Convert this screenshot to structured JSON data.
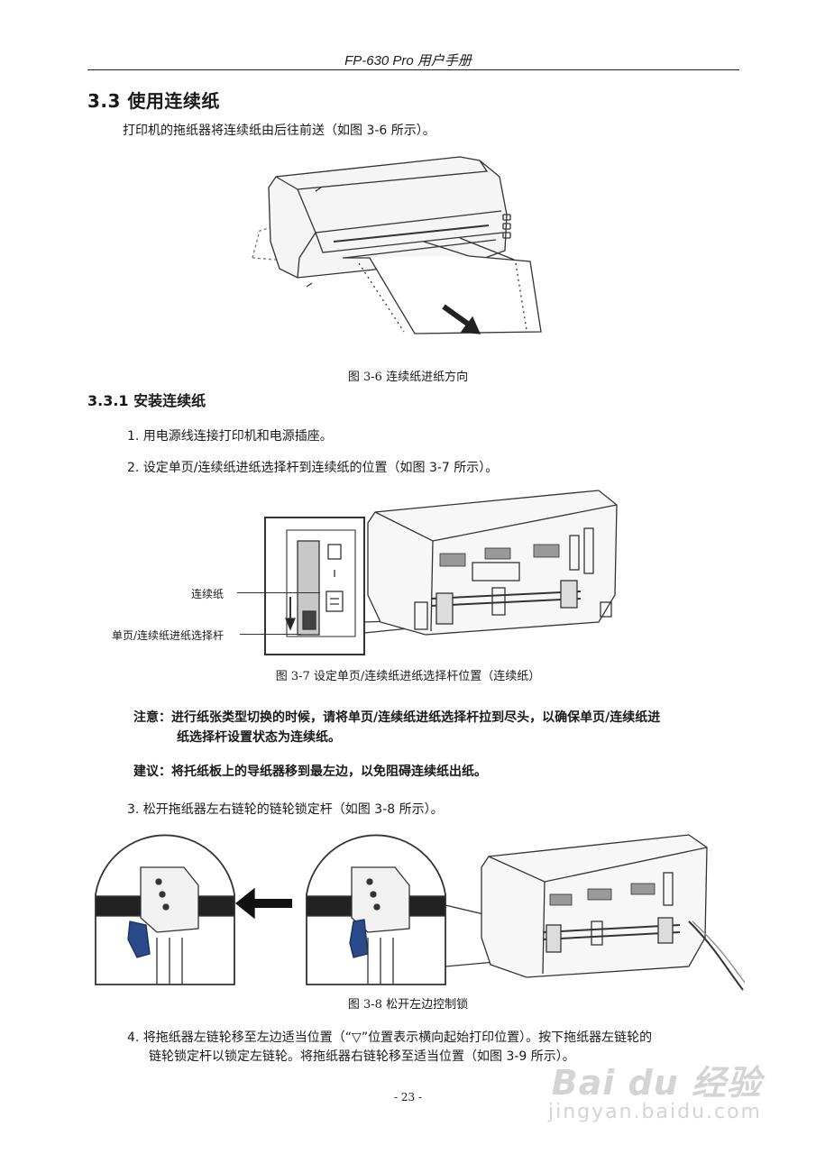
{
  "header": {
    "title": "FP-630 Pro 用户手册"
  },
  "section": {
    "title": "3.3  使用连续纸",
    "intro": "打印机的拖纸器将连续纸由后往前送（如图 3-6 所示）。"
  },
  "figures": {
    "fig36_caption": "图 3-6  连续纸进纸方向",
    "fig37_caption": "图 3-7  设定单页/连续纸进纸选择杆位置（连续纸）",
    "fig37_label_continuous": "连续纸",
    "fig37_label_lever": "单页/连续纸进纸选择杆",
    "fig38_caption": "图 3-8  松开左边控制锁"
  },
  "subsection": {
    "title": "3.3.1  安装连续纸",
    "step1": "1.  用电源线连接打印机和电源插座。",
    "step2": "2.  设定单页/连续纸进纸选择杆到连续纸的位置（如图 3-7 所示）。",
    "note_line1": "注意：进行纸张类型切换的时候，请将单页/连续纸进纸选择杆拉到尽头，以确保单页/连续纸进",
    "note_line2": "纸选择杆设置状态为连续纸。",
    "advice": "建议：将托纸板上的导纸器移到最左边，以免阻碍连续纸出纸。",
    "step3": "3.  松开拖纸器左右链轮的链轮锁定杆（如图 3-8 所示）。",
    "step4_line1": "4.  将拖纸器左链轮移至左边适当位置（“▽”位置表示横向起始打印位置）。按下拖纸器左链轮的",
    "step4_line2": "链轮锁定杆以锁定左链轮。将拖纸器右链轮移至适当位置（如图 3-9 所示）。"
  },
  "footer": {
    "page_number": "- 23 -"
  },
  "watermark": {
    "logo": "Bai du 经验",
    "url": "jingyan.baidu.com"
  }
}
